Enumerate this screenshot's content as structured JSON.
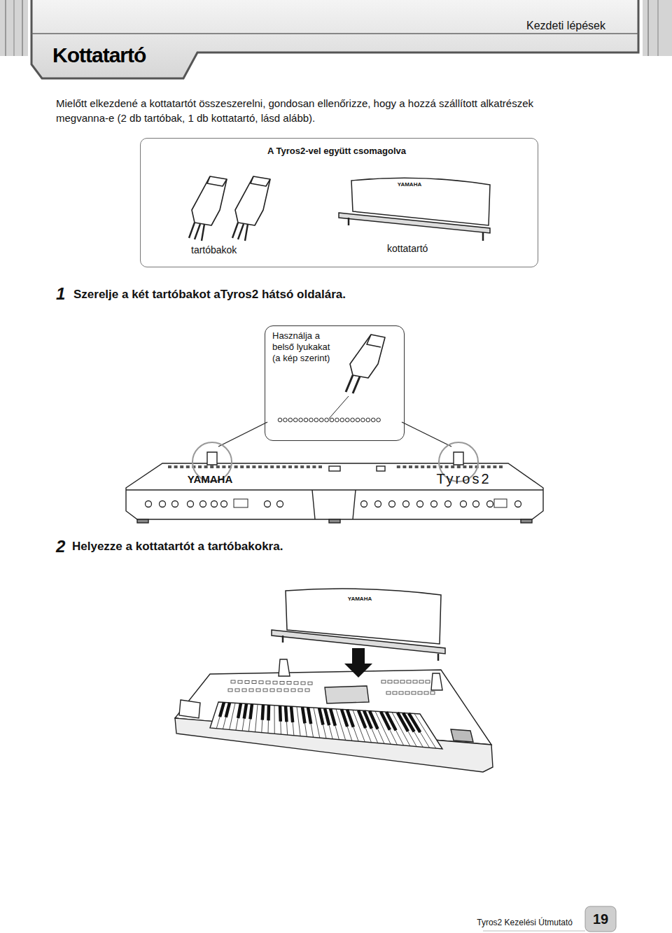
{
  "diagram": {
    "title": "Kottatartó",
    "nodes": [
      {
        "text": [
          "A Tyros2-vel együtt csomagolva",
          "tartóbakok",
          "kottatartó"
        ]
      },
      {
        "text": [
          "Használja a belső lyukakat (a kép szerint)"
        ]
      }
    ],
    "edges": [],
    "labels": [
      "Kezdeti lépések",
      "Mielőtt elkezdené a kottatartót összeszerelni, gondosan ellenőrizze, hogy a hozzá szállított alkatrészek megvanna-e (2 db tartóbak, 1 db kottatartó, lásd alább).",
      "YAMAHA",
      "1",
      "Szerelje a két tartóbakot aTyros2 hátsó oldalára.",
      "YAMAHA",
      "Tyros2",
      "2",
      "Helyezze a kottatartót a tartóbakokra.",
      "YAMAHA",
      "Tyros2 Kezelési Útmutató",
      "19"
    ]
  }
}
